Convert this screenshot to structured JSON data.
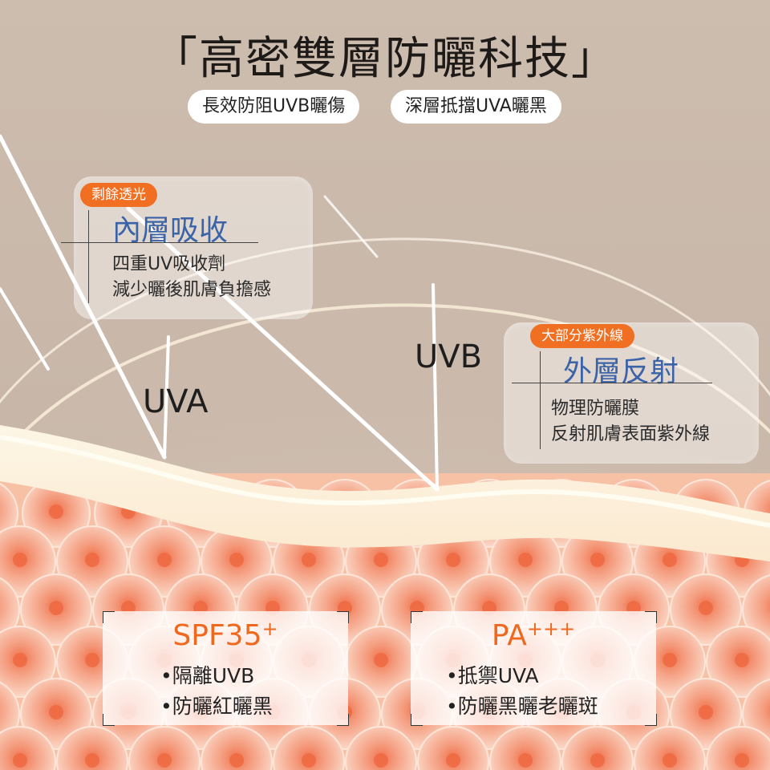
{
  "title": "「高密雙層防曬科技」",
  "pills": [
    "長效防阻UVB曬傷",
    "深層抵擋UVA曬黑"
  ],
  "inner": {
    "badge": "剩餘透光",
    "heading": "內層吸收",
    "lines": [
      "四重UV吸收劑",
      "減少曬後肌膚負擔感"
    ]
  },
  "outer": {
    "badge": "大部分紫外線",
    "heading": "外層反射",
    "lines": [
      "物理防曬膜",
      "反射肌膚表面紫外線"
    ]
  },
  "rays": {
    "uva": "UVA",
    "uvb": "UVB"
  },
  "spf": {
    "main": "SPF35",
    "sup": "+",
    "items": [
      "•隔離UVB",
      "•防曬紅曬黑"
    ]
  },
  "pa": {
    "main": "PA",
    "sup": "+++",
    "items": [
      "•抵禦UVA",
      "•防曬黑曬老曬斑"
    ]
  },
  "colors": {
    "accent": "#f06f22",
    "heading_blue": "#3a63a8",
    "cell": "#f29a78"
  }
}
